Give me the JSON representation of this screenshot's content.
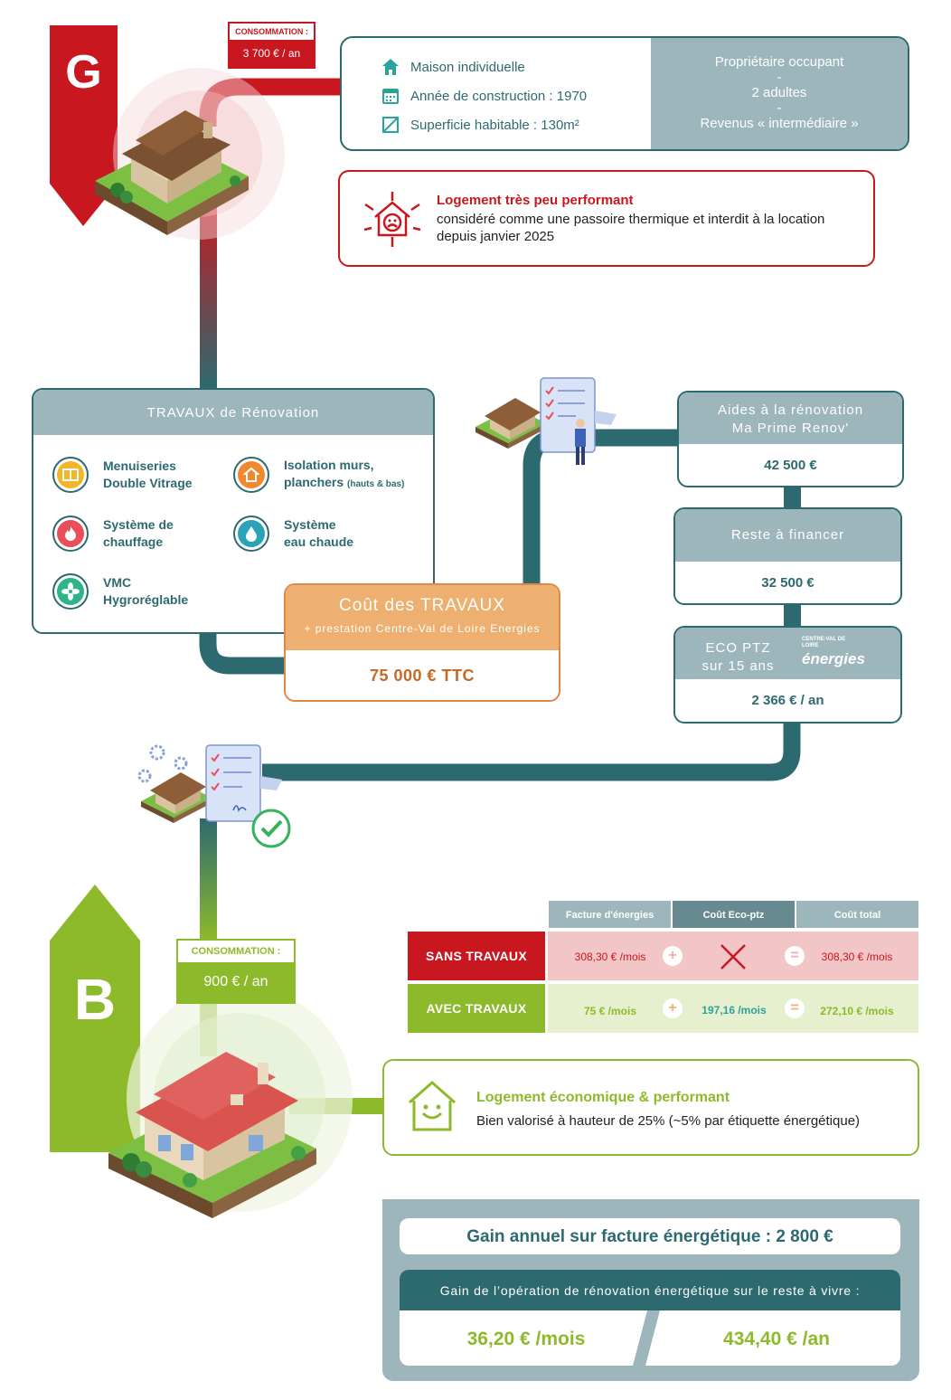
{
  "colors": {
    "teal": "#2d6a70",
    "grey_teal": "#9db6bb",
    "red": "#c9171f",
    "green": "#8dba2a",
    "orange": "#edb070"
  },
  "top": {
    "label": "G",
    "consommation_title": "CONSOMMATION :",
    "consommation_value": "3 700 € / an",
    "info": {
      "items": [
        {
          "icon": "house-icon",
          "text": "Maison individuelle"
        },
        {
          "icon": "calendar-icon",
          "text": "Année de construction : 1970"
        },
        {
          "icon": "surface-icon",
          "text": "Superficie habitable : 130m²"
        }
      ],
      "right_lines": [
        "Propriétaire occupant",
        "-",
        "2 adultes",
        "-",
        "Revenus «  intermédiaire »"
      ]
    },
    "alert": {
      "icon": "sad-house-icon",
      "title": "Logement très peu performant",
      "desc": "considéré comme une passoire thermique et interdit à la location depuis janvier 2025"
    }
  },
  "travaux": {
    "title": "TRAVAUX de Rénovation",
    "items": [
      {
        "icon": "window-icon",
        "line1": "Menuiseries",
        "line2": "Double Vitrage",
        "small": ""
      },
      {
        "icon": "house-insulation-icon",
        "line1": "Isolation murs,",
        "line2": "planchers",
        "small": "(hauts & bas)"
      },
      {
        "icon": "flame-icon",
        "line1": "Système de",
        "line2": "chauffage",
        "small": ""
      },
      {
        "icon": "water-drop-icon",
        "line1": "Système",
        "line2": "eau chaude",
        "small": ""
      },
      {
        "icon": "fan-icon",
        "line1": "VMC",
        "line2": "Hygroréglable",
        "small": ""
      }
    ]
  },
  "cout": {
    "title": "Coût des TRAVAUX",
    "subtitle": "+ prestation Centre-Val de Loire Energies",
    "value": "75 000 € TTC"
  },
  "financement": {
    "aides": {
      "line1": "Aides à la rénovation",
      "line2": "Ma Prime Renov'",
      "value": "42 500 €"
    },
    "reste": {
      "label": "Reste à financer",
      "value": "32 500 €"
    },
    "ecoptz": {
      "line1": "ECO PTZ",
      "line2": "sur 15 ans",
      "logo_small": "CENTRE-VAL DE LOIRE",
      "logo_big": "énergies",
      "value": "2 366 € / an"
    }
  },
  "bottom": {
    "label": "B",
    "consommation_title": "CONSOMMATION :",
    "consommation_value": "900 € / an"
  },
  "compare": {
    "headers": [
      "Facture d'énergies",
      "Coût Eco-ptz",
      "Coût total"
    ],
    "rows": [
      {
        "label": "SANS TRAVAUX",
        "facture": "308,30 € /mois",
        "eco": "",
        "total": "308,30 € /mois"
      },
      {
        "label": "AVEC TRAVAUX",
        "facture": "75 € /mois",
        "eco": "197,16 /mois",
        "total": "272,10 € /mois"
      }
    ],
    "plus": "+",
    "equals": "="
  },
  "perf": {
    "icon": "happy-house-icon",
    "title": "Logement  économique & performant",
    "desc": "Bien valorisé à hauteur de 25% (~5% par étiquette énergétique)"
  },
  "gain": {
    "annuel": "Gain annuel sur facture énergétique : 2 800 €",
    "reste_title": "Gain de l’opération de rénovation énergétique sur le reste à vivre :",
    "mois": "36,20 € /mois",
    "an": "434,40 € /an"
  }
}
